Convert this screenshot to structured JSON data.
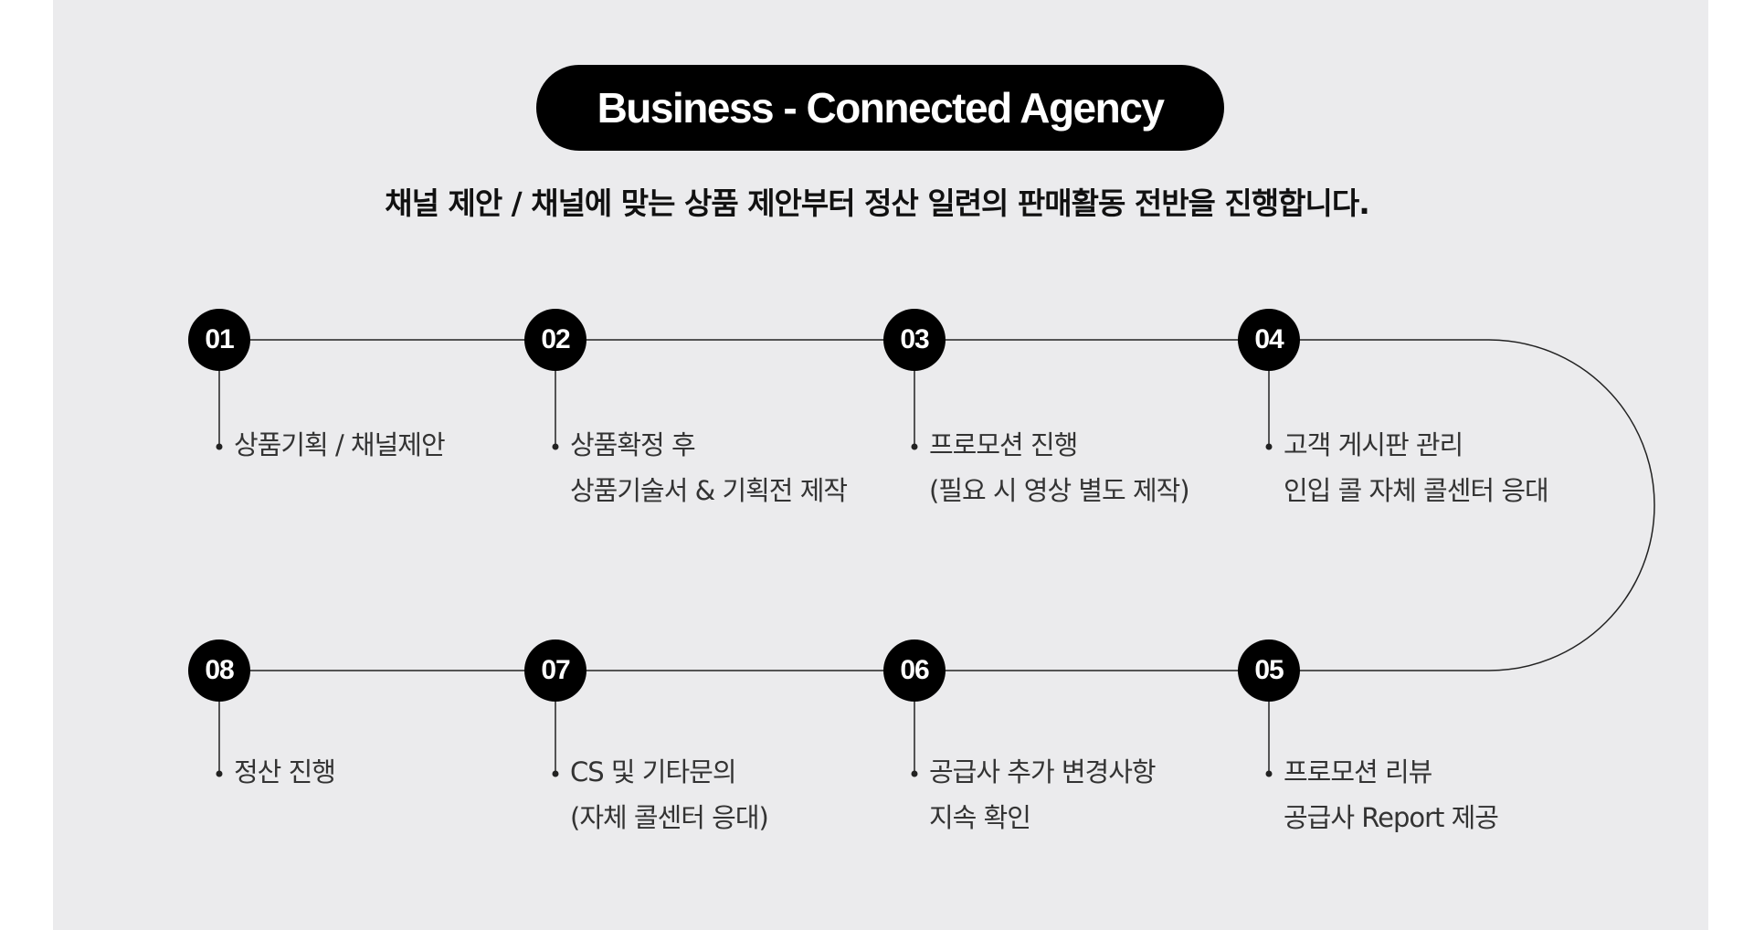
{
  "title": "Business - Connected Agency",
  "subtitle": "채널 제안 / 채널에 맞는 상품 제안부터 정산 일련의 판매활동 전반을 진행합니다.",
  "steps": [
    {
      "num": "01",
      "lines": [
        "상품기획 / 채널제안"
      ]
    },
    {
      "num": "02",
      "lines": [
        "상품확정 후",
        "상품기술서 & 기획전 제작"
      ]
    },
    {
      "num": "03",
      "lines": [
        "프로모션 진행",
        "(필요 시 영상 별도 제작)"
      ]
    },
    {
      "num": "04",
      "lines": [
        "고객 게시판 관리",
        "인입 콜 자체 콜센터 응대"
      ]
    },
    {
      "num": "05",
      "lines": [
        "프로모션 리뷰",
        "공급사 Report 제공"
      ]
    },
    {
      "num": "06",
      "lines": [
        "공급사 추가 변경사항",
        "지속 확인"
      ]
    },
    {
      "num": "07",
      "lines": [
        "CS 및 기타문의",
        "(자체 콜센터 응대)"
      ]
    },
    {
      "num": "08",
      "lines": [
        "정산 진행"
      ]
    }
  ]
}
